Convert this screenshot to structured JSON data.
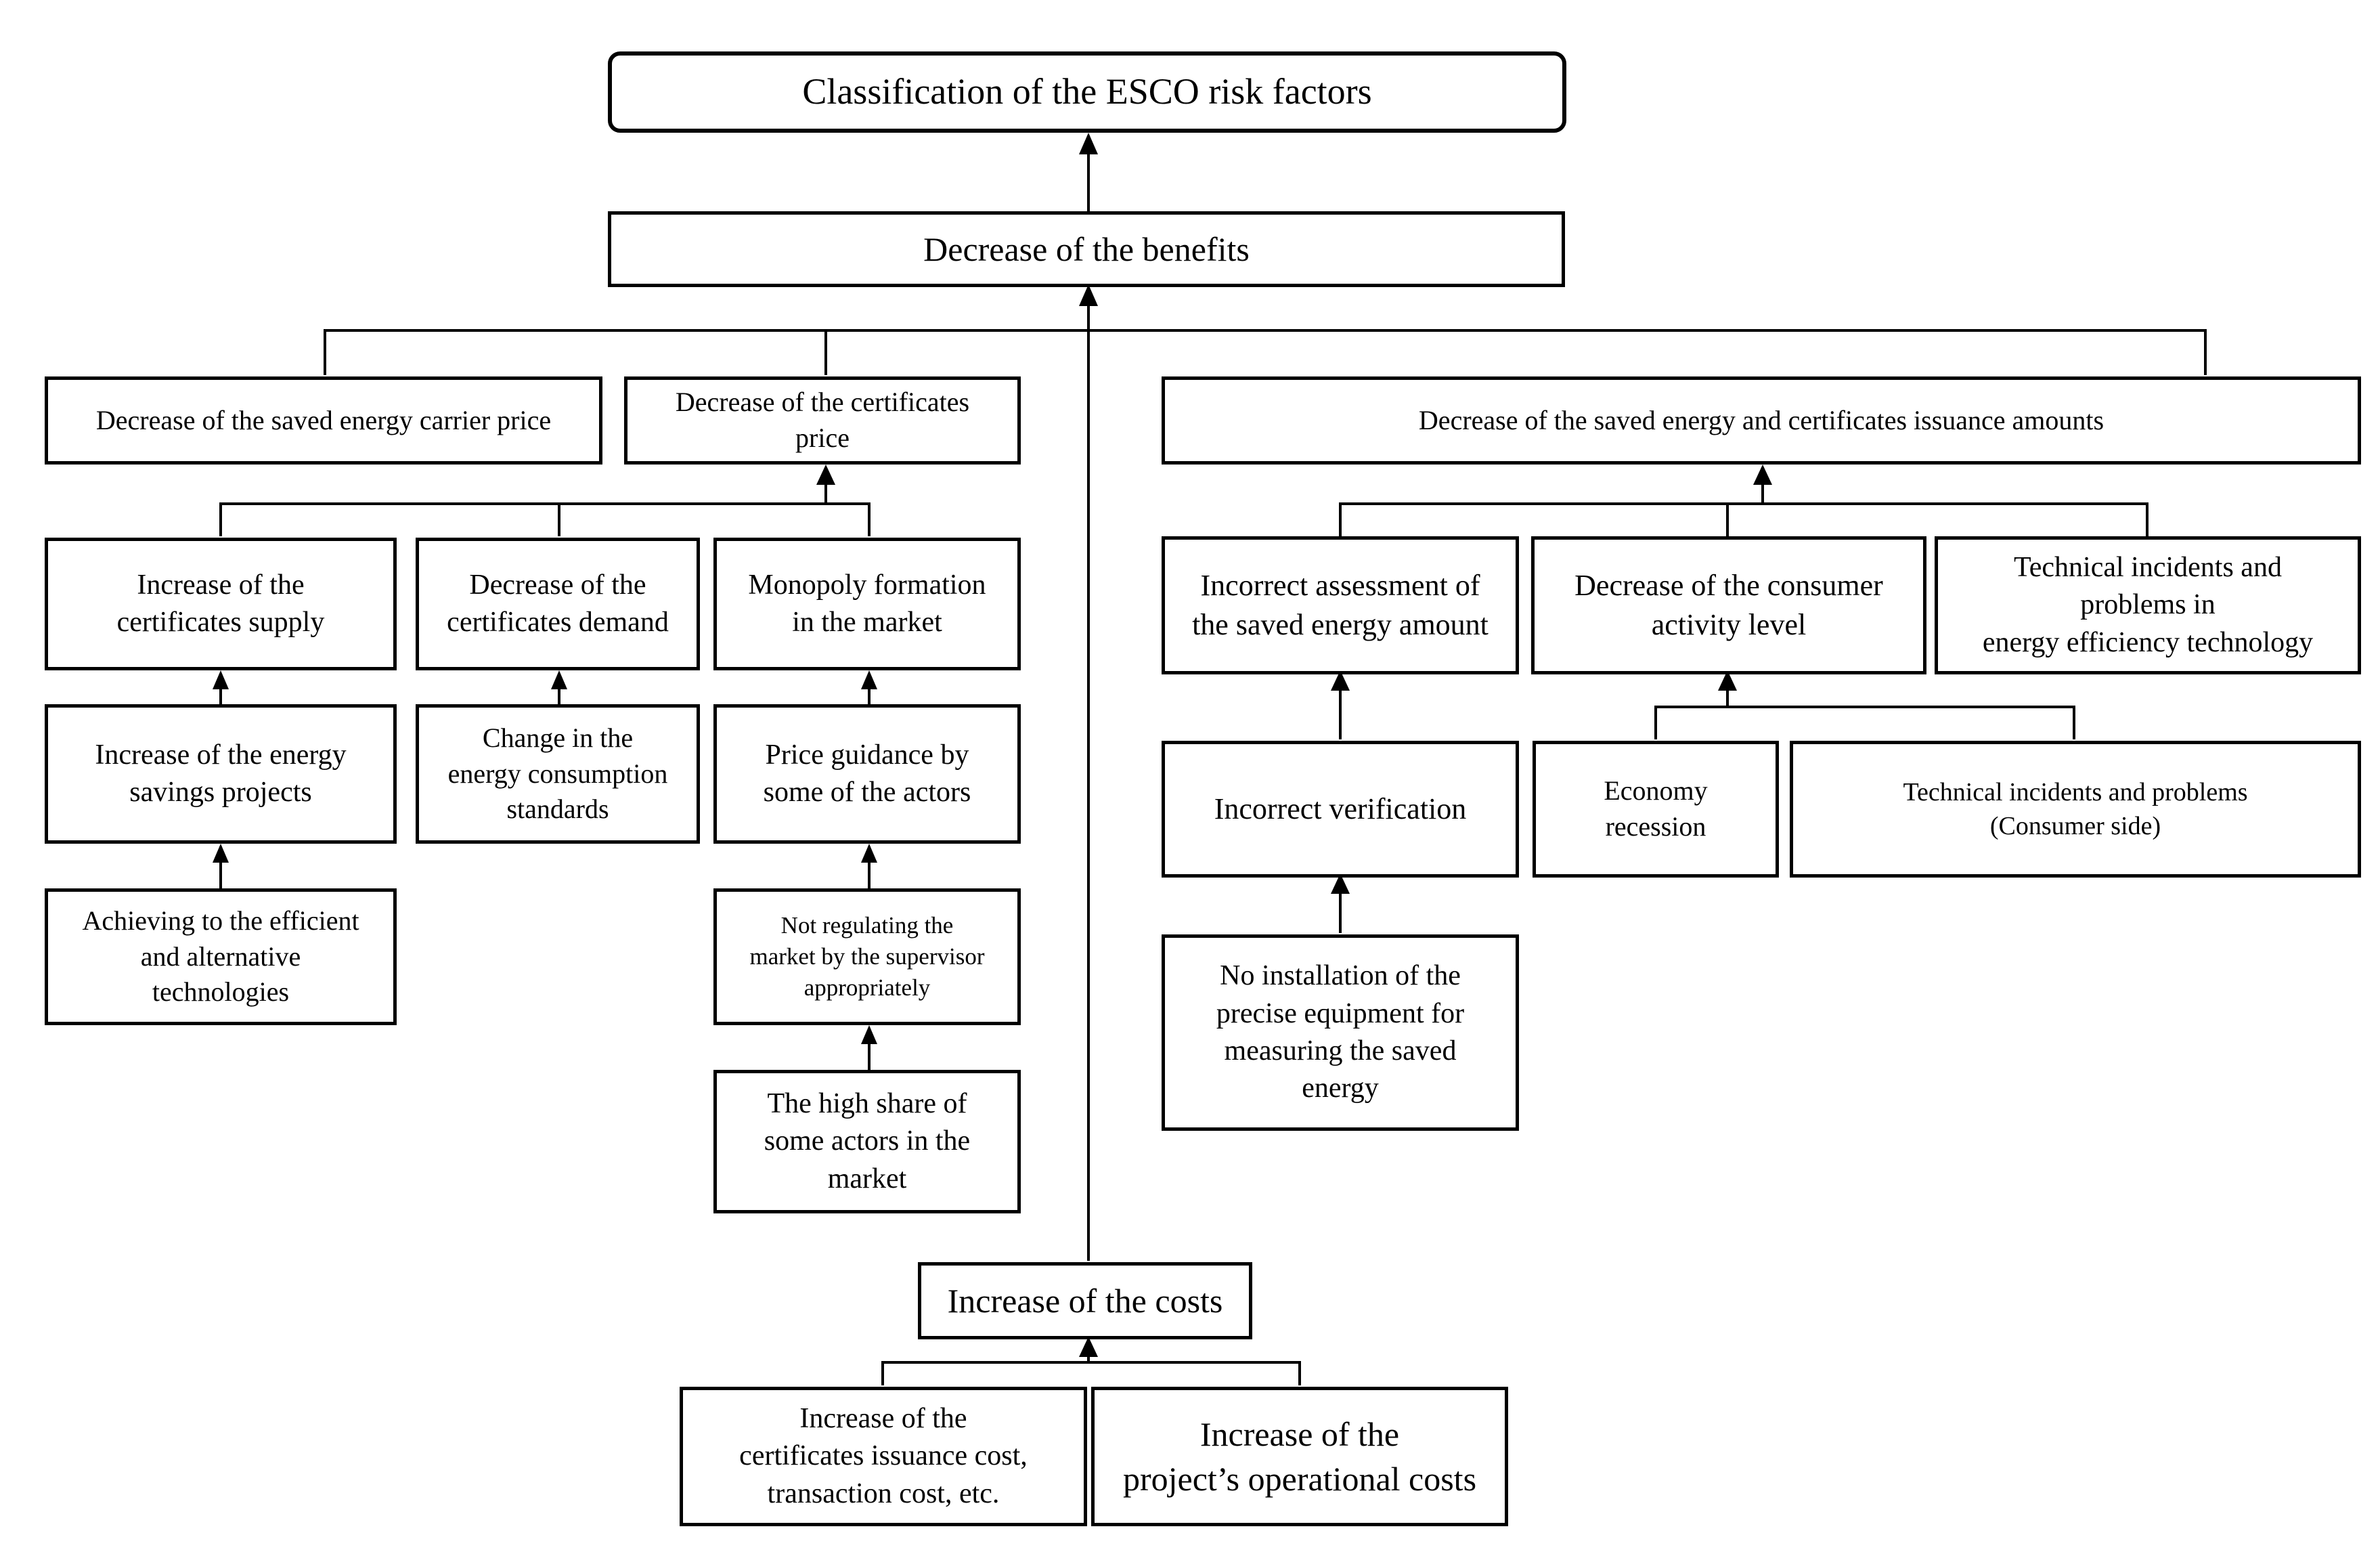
{
  "title": "Classification of the ESCO risk factors",
  "level1": {
    "benefits": "Decrease of the benefits",
    "costs": "Increase of the costs"
  },
  "benefits_branches": {
    "carrier_price": "Decrease of the saved energy carrier price",
    "certificates_price": "Decrease of the certificates\nprice",
    "issuance_amounts": "Decrease of the saved energy and certificates issuance amounts"
  },
  "certificates_price_factors": {
    "supply": "Increase of the\ncertificates supply",
    "demand": "Decrease of the\ncertificates demand",
    "monopoly": "Monopoly formation\nin the market"
  },
  "supply_chain": {
    "energy_savings_projects": "Increase of the energy\nsavings projects",
    "efficient_technologies": "Achieving to the efficient\nand alternative\ntechnologies"
  },
  "demand_chain": {
    "consumption_standards": "Change in the\nenergy consumption\nstandards"
  },
  "monopoly_chain": {
    "price_guidance": "Price guidance by\nsome of the actors",
    "not_regulating": "Not regulating the\nmarket by the supervisor\nappropriately",
    "high_share": "The high share of\nsome actors in the\nmarket"
  },
  "issuance_factors": {
    "incorrect_assessment": "Incorrect assessment of\nthe saved energy amount",
    "consumer_activity": "Decrease of the consumer\nactivity level",
    "technical_efficiency": "Technical incidents and\nproblems in\nenergy efficiency technology"
  },
  "assessment_chain": {
    "incorrect_verification": "Incorrect verification",
    "no_installation": "No installation of the\nprecise equipment for\nmeasuring the saved\nenergy"
  },
  "consumer_chain": {
    "economy_recession": "Economy\nrecession",
    "technical_consumer": "Technical incidents and problems\n(Consumer side)"
  },
  "costs_factors": {
    "issuance_cost": "Increase of the\ncertificates issuance cost,\ntransaction cost, etc.",
    "operational_costs": "Increase of the\nproject’s operational costs"
  }
}
